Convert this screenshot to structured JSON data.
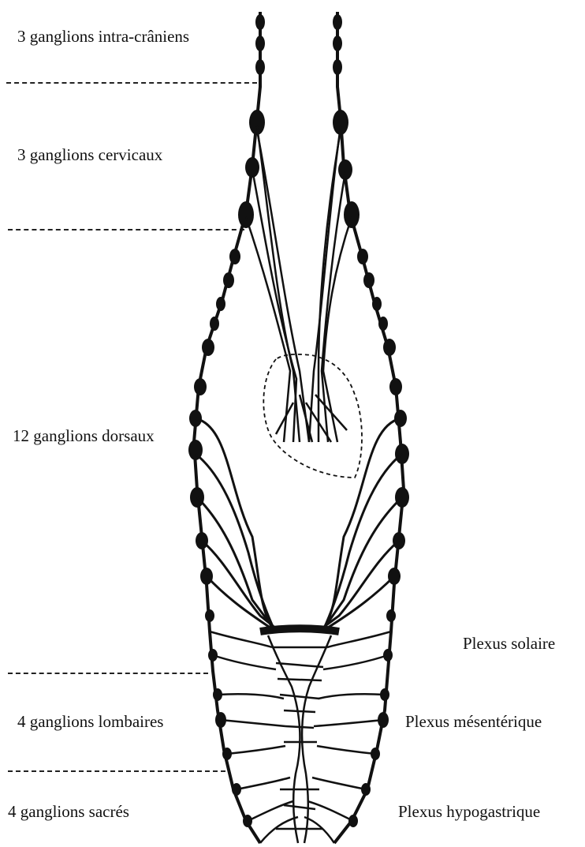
{
  "labels": {
    "intracranial": "3 ganglions intra-crâniens",
    "cervical": "3 ganglions cervicaux",
    "dorsal": "12 ganglions dorsaux",
    "lumbar": "4 ganglions lombaires",
    "sacral": "4 ganglions sacrés",
    "solar_plexus": "Plexus solaire",
    "mesenteric_plexus": "Plexus mésentérique",
    "hypogastric_plexus": "Plexus hypogastrique"
  },
  "colors": {
    "ink": "#111111",
    "background": "#ffffff"
  }
}
